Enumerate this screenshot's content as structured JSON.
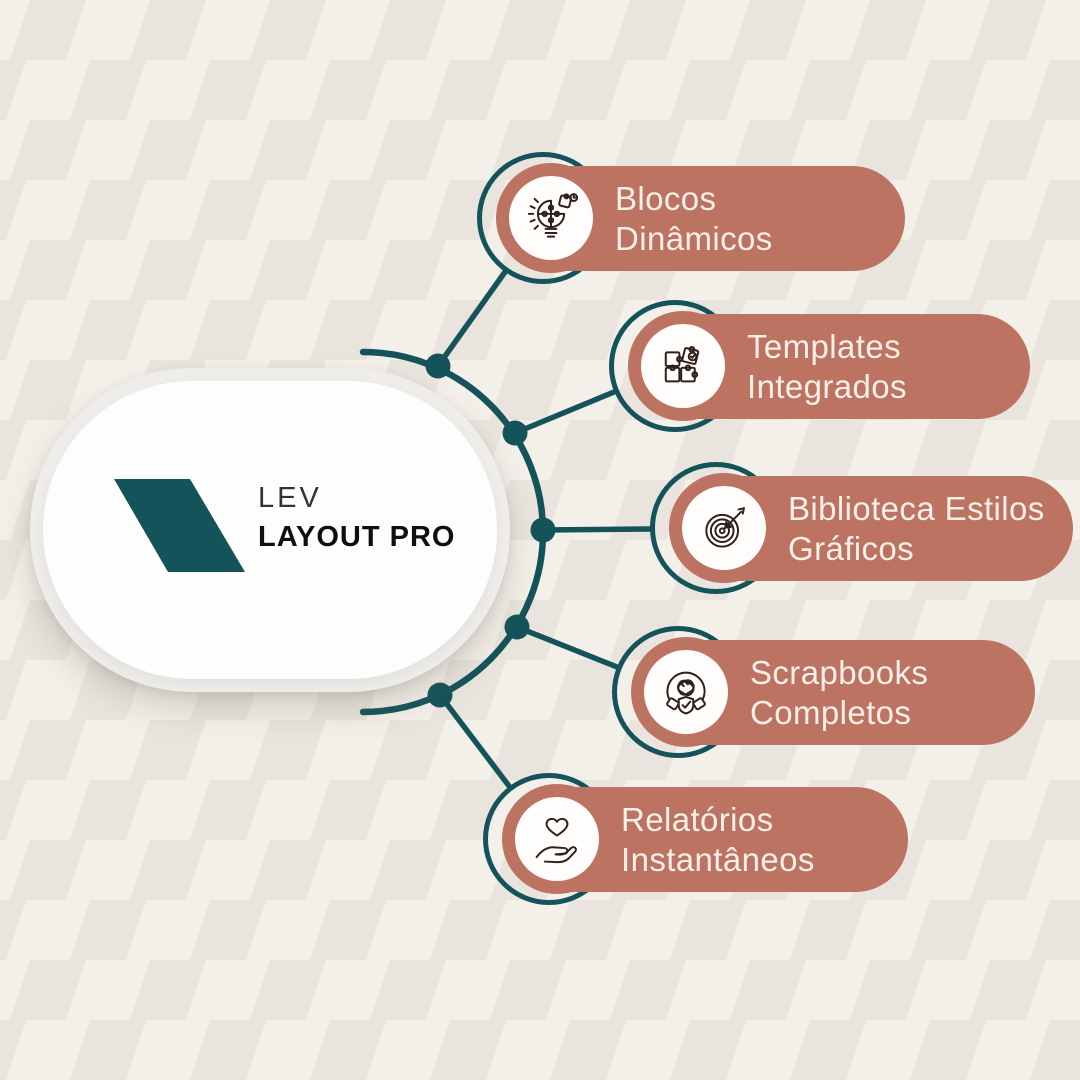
{
  "brand": {
    "name_line1": "LEV",
    "name_line2": "LAYOUT PRO"
  },
  "features": [
    {
      "label_line1": "Blocos",
      "label_line2": "Dinâmicos",
      "icon": "lightbulb-puzzle-icon"
    },
    {
      "label_line1": "Templates",
      "label_line2": "Integrados",
      "icon": "puzzle-pieces-icon"
    },
    {
      "label_line1": "Biblioteca Estilos",
      "label_line2": "Gráficos",
      "icon": "target-dart-icon"
    },
    {
      "label_line1": "Scrapbooks",
      "label_line2": "Completos",
      "icon": "clasped-hands-shield-icon"
    },
    {
      "label_line1": "Relatórios",
      "label_line2": "Instantâneos",
      "icon": "hand-heart-icon"
    }
  ],
  "colors": {
    "teal": "#14535a",
    "terracotta": "#bc7362",
    "pill_text": "#f7efe8",
    "background_base": "#f3efe9",
    "background_shape": "#e9e4dd",
    "icon_stroke": "#2f2019",
    "card_white": "#fdfdfd",
    "card_rim": "#efede9",
    "brand_line1_color": "#343434",
    "brand_line2_color": "#0f0f0f"
  }
}
